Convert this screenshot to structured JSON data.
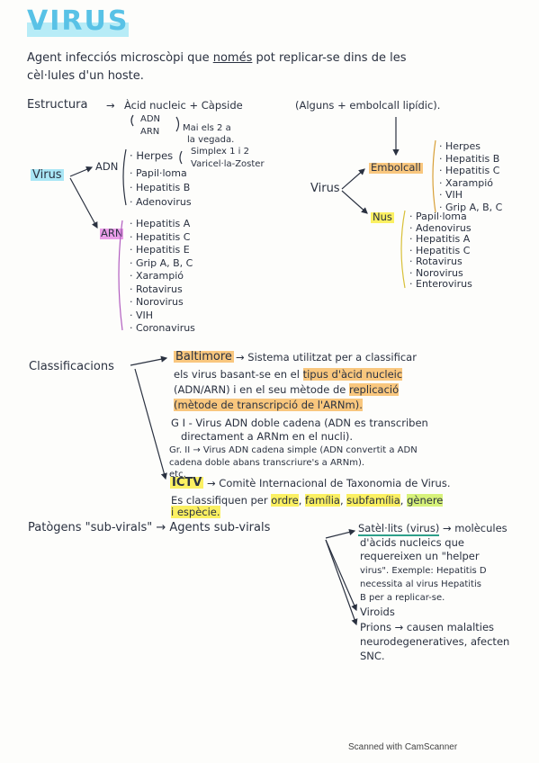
{
  "title": "VIRUS",
  "intro": {
    "line1_a": "Agent infecciós microscòpi que ",
    "line1_b": "només",
    "line1_c": " pot replicar-se dins de les",
    "line2": "cèl·lules d'un hoste."
  },
  "estructura": {
    "label": "Estructura",
    "content": "Àcid nucleic + Càpside",
    "note": "(Alguns + embolcall lipídic).",
    "adn": "ADN",
    "arn": "ARN",
    "mai1": "Mai els 2 a",
    "mai2": "la vegada."
  },
  "left_tree": {
    "root": "Virus",
    "adn": "ADN",
    "arn": "ARN",
    "herpes": "Herpes",
    "herpes_sub1": "Simplex 1 i 2",
    "herpes_sub2": "Varicel·la-Zoster",
    "adn_items": [
      "Papil·loma",
      "Hepatitis B",
      "Adenovirus"
    ],
    "arn_items": [
      "Hepatitis A",
      "Hepatitis C",
      "Hepatitis E",
      "Grip A, B, C",
      "Xarampió",
      "Rotavirus",
      "Norovirus",
      "VIH",
      "Coronavirus"
    ]
  },
  "right_tree": {
    "root": "Virus",
    "embolcall": "Embolcall",
    "nus": "Nus",
    "embolcall_items": [
      "Herpes",
      "Hepatitis B",
      "Hepatitis C",
      "Xarampió",
      "VIH",
      "Grip A, B, C"
    ],
    "nus_items": [
      "Papil·loma",
      "Adenovirus",
      "Hepatitis A",
      "Hepatitis C",
      "Rotavirus",
      "Norovirus",
      "Enterovirus"
    ]
  },
  "classificacions": {
    "label": "Classificacions",
    "baltimore": "Baltimore",
    "b_line1": "→ Sistema utilitzat per a classificar",
    "b_line2a": "els virus basant-se en el ",
    "b_line2b": "tipus d'àcid nucleic",
    "b_line3": "(ADN/ARN) i en el seu mètode de ",
    "b_line3b": "replicació",
    "b_line4": "(mètode de transcripció de l'ARNm).",
    "g1_line1": "G I - Virus ADN doble cadena (ADN es transcriben",
    "g1_line2": "directament a ARNm en el nucli).",
    "g2_line1": "Gr. II → Virus ADN cadena simple (ADN convertit a ADN",
    "g2_line2": "cadena doble abans transcriure's a ARNm).",
    "etc": "etc.",
    "ictv": "ICTV",
    "ictv_line1": "→ Comitè Internacional de Taxonomia de Virus.",
    "ictv_line2a": "Es classifiquen per ",
    "ordre": "ordre",
    "familia": "família",
    "subfamilia": "subfamília",
    "genere": "gènere",
    "especie": "i espècie."
  },
  "patogens": {
    "label": "Patògens \"sub-virals\" → Agents sub-virals",
    "satel_title": "Satèl·lits (virus)",
    "satel_1": "→ molècules",
    "satel_2": "d'àcids nucleics que",
    "satel_3": "requereixen un \"helper",
    "satel_4": "virus\". Exemple: Hepatitis D",
    "satel_5": "necessita al virus Hepatitis",
    "satel_6": "B per a replicar-se.",
    "viroids": "Viroids",
    "prions_1": "Prions → causen malalties",
    "prions_2": "neurodegeneratives, afecten",
    "prions_3": "SNC."
  },
  "footer": "Scanned with CamScanner"
}
